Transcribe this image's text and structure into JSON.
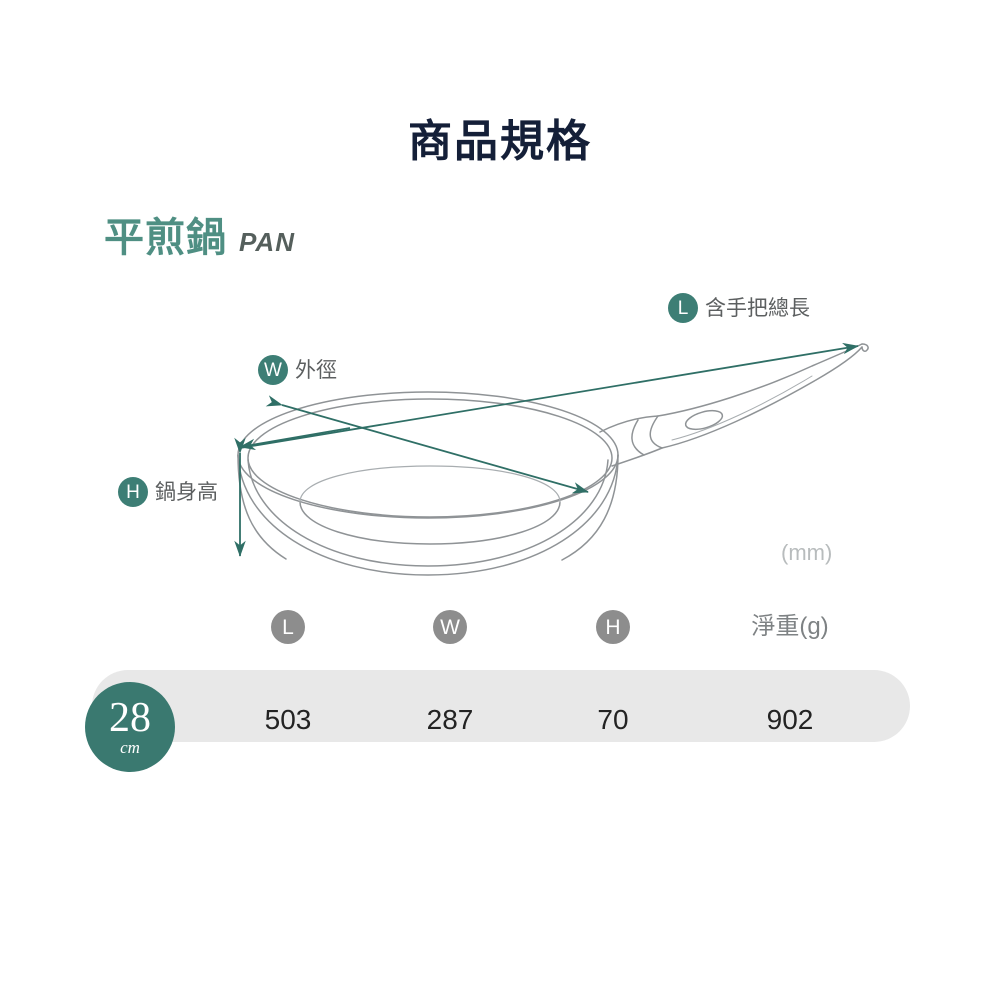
{
  "page": {
    "title": "商品規格",
    "unit_note": "(mm)",
    "title_color": "#141f38",
    "accent_color": "#3d7e75",
    "band_color": "#e8e8e8",
    "header_badge_color": "#8d8d8d"
  },
  "product": {
    "name_cn": "平煎鍋",
    "name_en": "PAN"
  },
  "callouts": [
    {
      "badge": "L",
      "label": "含手把總長",
      "name": "callout-total-length"
    },
    {
      "badge": "W",
      "label": "外徑",
      "name": "callout-outer-diameter"
    },
    {
      "badge": "H",
      "label": "鍋身高",
      "name": "callout-body-height"
    }
  ],
  "spec_table": {
    "headers": [
      {
        "type": "badge",
        "label": "L"
      },
      {
        "type": "badge",
        "label": "W"
      },
      {
        "type": "badge",
        "label": "H"
      },
      {
        "type": "text",
        "label": "淨重(g)"
      }
    ],
    "row": {
      "size_value": "28",
      "size_unit": "cm",
      "values": [
        "503",
        "287",
        "70",
        "902"
      ]
    }
  },
  "chart_data": {
    "type": "table",
    "title": "商品規格",
    "subtitle": "平煎鍋 PAN",
    "unit": "mm",
    "categories": [
      "L 含手把總長",
      "W 外徑",
      "H 鍋身高",
      "淨重(g)"
    ],
    "values": [
      503,
      287,
      70,
      902
    ],
    "size": "28cm"
  }
}
